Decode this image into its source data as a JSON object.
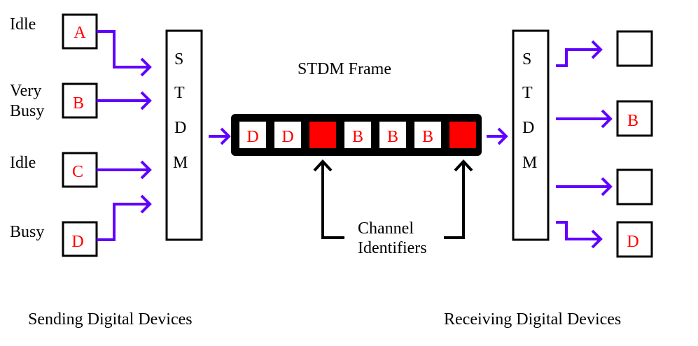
{
  "colors": {
    "arrow": "#6000ff",
    "identifier": "#ff0000",
    "frame": "#000000",
    "letter": "#ff0000"
  },
  "senders": [
    {
      "status": "Idle",
      "label": "A"
    },
    {
      "status": "Very Busy",
      "status_lines": [
        "Very",
        "Busy"
      ],
      "label": "B"
    },
    {
      "status": "Idle",
      "label": "C"
    },
    {
      "status": "Busy",
      "label": "D"
    }
  ],
  "mux_left": {
    "letters": [
      "S",
      "T",
      "D",
      "M"
    ]
  },
  "mux_right": {
    "letters": [
      "S",
      "T",
      "D",
      "M"
    ]
  },
  "frame": {
    "title": "STDM Frame",
    "slots": [
      {
        "type": "data",
        "label": "D"
      },
      {
        "type": "data",
        "label": "D"
      },
      {
        "type": "identifier",
        "label": ""
      },
      {
        "type": "data",
        "label": "B"
      },
      {
        "type": "data",
        "label": "B"
      },
      {
        "type": "data",
        "label": "B"
      },
      {
        "type": "identifier",
        "label": ""
      }
    ]
  },
  "identifier_caption": [
    "Channel",
    "Identifiers"
  ],
  "receivers": [
    {
      "label": ""
    },
    {
      "label": "B"
    },
    {
      "label": ""
    },
    {
      "label": "D"
    }
  ],
  "footer": {
    "sending": "Sending Digital Devices",
    "receiving": "Receiving Digital Devices"
  }
}
